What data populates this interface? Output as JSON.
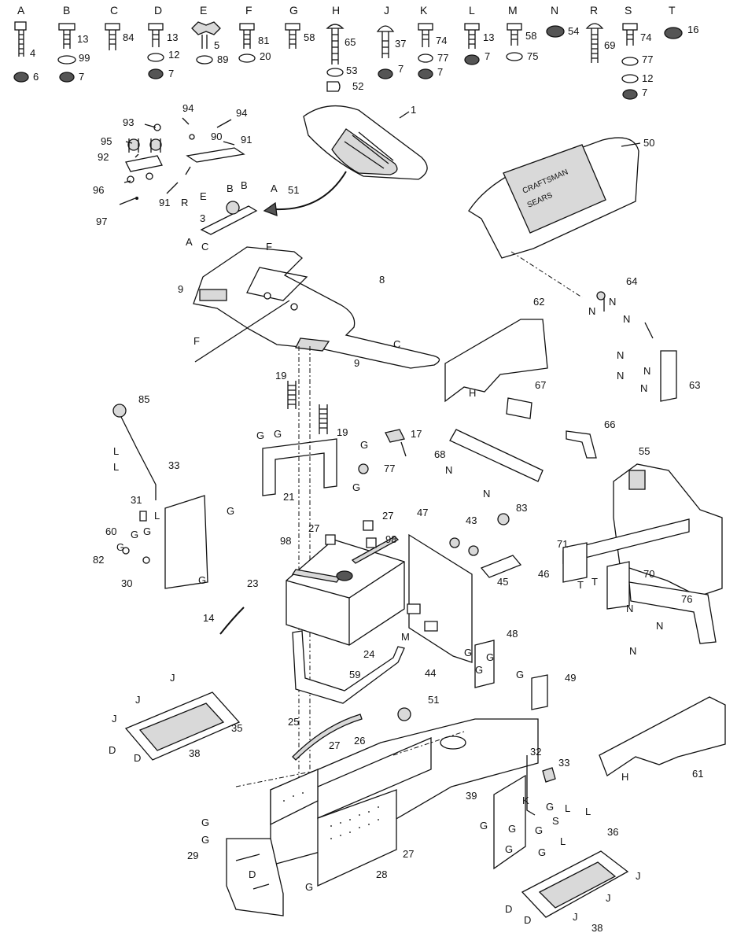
{
  "hardware_kits": [
    {
      "key": "A",
      "parts": [
        "4",
        "6"
      ]
    },
    {
      "key": "B",
      "parts": [
        "13",
        "99",
        "7"
      ]
    },
    {
      "key": "C",
      "parts": [
        "84"
      ]
    },
    {
      "key": "D",
      "parts": [
        "13",
        "12",
        "7"
      ]
    },
    {
      "key": "E",
      "parts": [
        "5",
        "89"
      ]
    },
    {
      "key": "F",
      "parts": [
        "81",
        "20"
      ]
    },
    {
      "key": "G",
      "parts": [
        "58"
      ]
    },
    {
      "key": "H",
      "parts": [
        "65",
        "53",
        "52"
      ]
    },
    {
      "key": "J",
      "parts": [
        "37",
        "7"
      ]
    },
    {
      "key": "K",
      "parts": [
        "74",
        "77",
        "7"
      ]
    },
    {
      "key": "L",
      "parts": [
        "13",
        "7"
      ]
    },
    {
      "key": "M",
      "parts": [
        "58",
        "75"
      ]
    },
    {
      "key": "N",
      "parts": [
        "54"
      ]
    },
    {
      "key": "R",
      "parts": [
        "69"
      ]
    },
    {
      "key": "S",
      "parts": [
        "74",
        "77",
        "12",
        "7"
      ]
    },
    {
      "key": "T",
      "parts": [
        "16"
      ]
    }
  ],
  "callouts": {
    "p1": "1",
    "p3": "3",
    "p8": "8",
    "p9a": "9",
    "p9b": "9",
    "p14": "14",
    "p17": "17",
    "p19a": "19",
    "p19b": "19",
    "p21": "21",
    "p23": "23",
    "p24": "24",
    "p25": "25",
    "p26": "26",
    "p27a": "27",
    "p27b": "27",
    "p27c": "27",
    "p27d": "27",
    "p28": "28",
    "p29": "29",
    "p30": "30",
    "p31": "31",
    "p32": "32",
    "p33a": "33",
    "p33b": "33",
    "p35": "35",
    "p36": "36",
    "p38a": "38",
    "p38b": "38",
    "p39": "39",
    "p43": "43",
    "p44": "44",
    "p45": "45",
    "p46": "46",
    "p47": "47",
    "p48": "48",
    "p49": "49",
    "p50": "50",
    "p51a": "51",
    "p51b": "51",
    "p55": "55",
    "p59": "59",
    "p60": "60",
    "p61": "61",
    "p62": "62",
    "p63": "63",
    "p64": "64",
    "p66": "66",
    "p67": "67",
    "p68": "68",
    "p70": "70",
    "p71": "71",
    "p76": "76",
    "p77": "77",
    "p82": "82",
    "p83": "83",
    "p85": "85",
    "p90": "90",
    "p91a": "91",
    "p91b": "91",
    "p92": "92",
    "p93": "93",
    "p94a": "94",
    "p94b": "94",
    "p95": "95",
    "p96": "96",
    "p97": "97",
    "p98a": "98",
    "p98b": "98"
  },
  "letters": {
    "A1": "A",
    "A2": "A",
    "B1": "B",
    "B2": "B",
    "C1": "C",
    "C2": "C",
    "E1": "E",
    "R1": "R",
    "F1": "F",
    "F2": "F",
    "H1": "H",
    "H2": "H",
    "M1": "M",
    "K1": "K",
    "S1": "S",
    "N1": "N",
    "N2": "N",
    "N3": "N",
    "N4": "N",
    "N5": "N",
    "N6": "N",
    "N7": "N",
    "N8": "N",
    "N9": "N",
    "N10": "N",
    "N11": "N",
    "N12": "N",
    "G1": "G",
    "G2": "G",
    "G3": "G",
    "G4": "G",
    "G5": "G",
    "G6": "G",
    "G7": "G",
    "G8": "G",
    "G9": "G",
    "G10": "G",
    "G11": "G",
    "G12": "G",
    "G13": "G",
    "G14": "G",
    "G15": "G",
    "G16": "G",
    "G17": "G",
    "G18": "G",
    "G19": "G",
    "G20": "G",
    "G21": "G",
    "G22": "G",
    "L1": "L",
    "L2": "L",
    "L3": "L",
    "L4": "L",
    "L5": "L",
    "L6": "L",
    "J1": "J",
    "J2": "J",
    "J3": "J",
    "J4": "J",
    "J5": "J",
    "J6": "J",
    "D1": "D",
    "D2": "D",
    "D3": "D",
    "D4": "D",
    "D5": "D",
    "T1": "T",
    "T2": "T"
  },
  "decal_text": [
    "CRAFTSMAN",
    "SEARS"
  ]
}
